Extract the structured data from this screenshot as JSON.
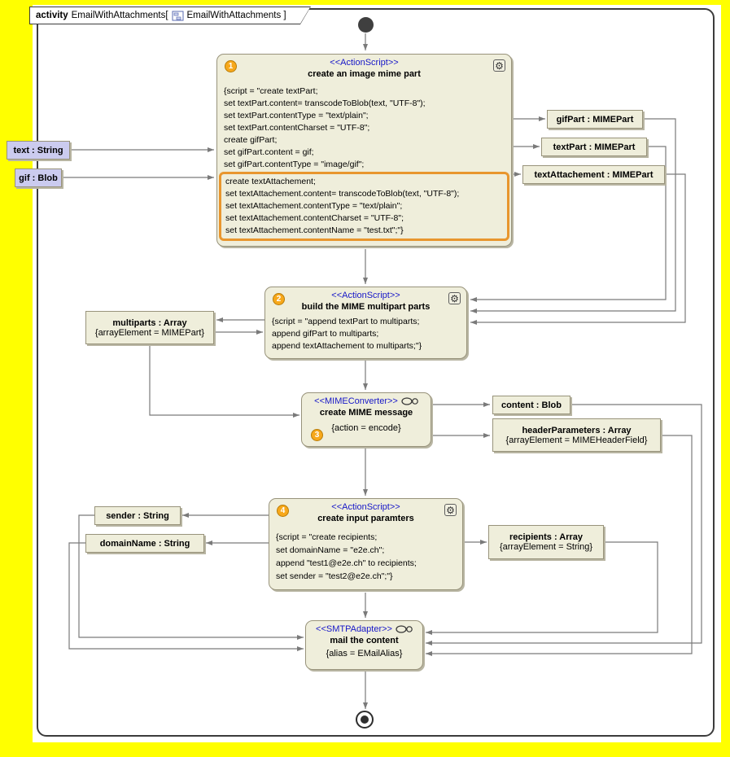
{
  "frame": {
    "keyword": "activity",
    "title_left": "EmailWithAttachments[",
    "title_right": "EmailWithAttachments ]"
  },
  "action1": {
    "stereotype": "<<ActionScript>>",
    "badge": "1",
    "title": "create an image mime part",
    "script": [
      "{script = \"create textPart;",
      "set textPart.content= transcodeToBlob(text, \"UTF-8\");",
      "set textPart.contentType = \"text/plain\";",
      "set textPart.contentCharset = \"UTF-8\";",
      "create gifPart;",
      "set gifPart.content = gif;",
      "set gifPart.contentType = \"image/gif\";"
    ],
    "highlighted_script": [
      "create textAttachement;",
      "set textAttachement.content= transcodeToBlob(text, \"UTF-8\");",
      "set textAttachement.contentType = \"text/plain\";",
      "set textAttachement.contentCharset = \"UTF-8\";",
      "set textAttachement.contentName = \"test.txt\";\"}"
    ]
  },
  "action2": {
    "stereotype": "<<ActionScript>>",
    "badge": "2",
    "title": "build the MIME multipart parts",
    "script": [
      "{script = \"append textPart to multiparts;",
      "append gifPart to multiparts;",
      "append textAttachement to multiparts;\"}"
    ]
  },
  "action3": {
    "stereotype": "<<MIMEConverter>>",
    "badge": "3",
    "title": "create MIME message",
    "param": "{action = encode}"
  },
  "action4": {
    "stereotype": "<<ActionScript>>",
    "badge": "4",
    "title": "create input paramters",
    "script": [
      "{script = \"create recipients;",
      "set domainName = \"e2e.ch\";",
      "append \"test1@e2e.ch\" to recipients;",
      "set sender = \"test2@e2e.ch\";\"}"
    ]
  },
  "action5": {
    "stereotype": "<<SMTPAdapter>>",
    "title": "mail the content",
    "param": "{alias = EMailAlias}"
  },
  "objects": {
    "gifPart": {
      "label": "gifPart : MIMEPart"
    },
    "textPart": {
      "label": "textPart : MIMEPart"
    },
    "textAttachement": {
      "label": "textAttachement : MIMEPart"
    },
    "text": {
      "label": "text : String"
    },
    "gif": {
      "label": "gif : Blob"
    },
    "multiparts": {
      "label": "multiparts : Array",
      "sub": "{arrayElement = MIMEPart}"
    },
    "content": {
      "label": "content : Blob"
    },
    "headerParameters": {
      "label": "headerParameters : Array",
      "sub": "{arrayElement = MIMEHeaderField}"
    },
    "sender": {
      "label": "sender : String"
    },
    "domainName": {
      "label": "domainName : String"
    },
    "recipients": {
      "label": "recipients : Array",
      "sub": "{arrayElement = String}"
    }
  },
  "colors": {
    "page_border": "#FFFF00",
    "node_fill": "#EFEEDB",
    "object_fill_lavender": "#CBCBEF",
    "stereotype_blue": "#1616C8",
    "selection_orange": "#E8962E",
    "badge_orange": "#F7A81B",
    "edge_gray": "#7a7a7a"
  }
}
